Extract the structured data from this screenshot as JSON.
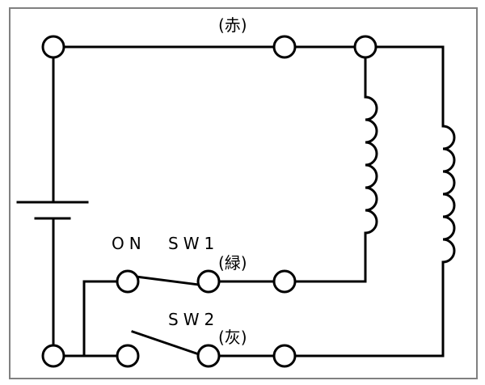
{
  "labels": {
    "red_wire": "(赤)",
    "on_label": "ON",
    "sw1": "SW1",
    "green_wire": "(緑)",
    "sw2": "SW2",
    "gray_wire": "(灰)"
  },
  "colors": {
    "line": "#000000",
    "frame": "#808080",
    "background": "#ffffff"
  }
}
